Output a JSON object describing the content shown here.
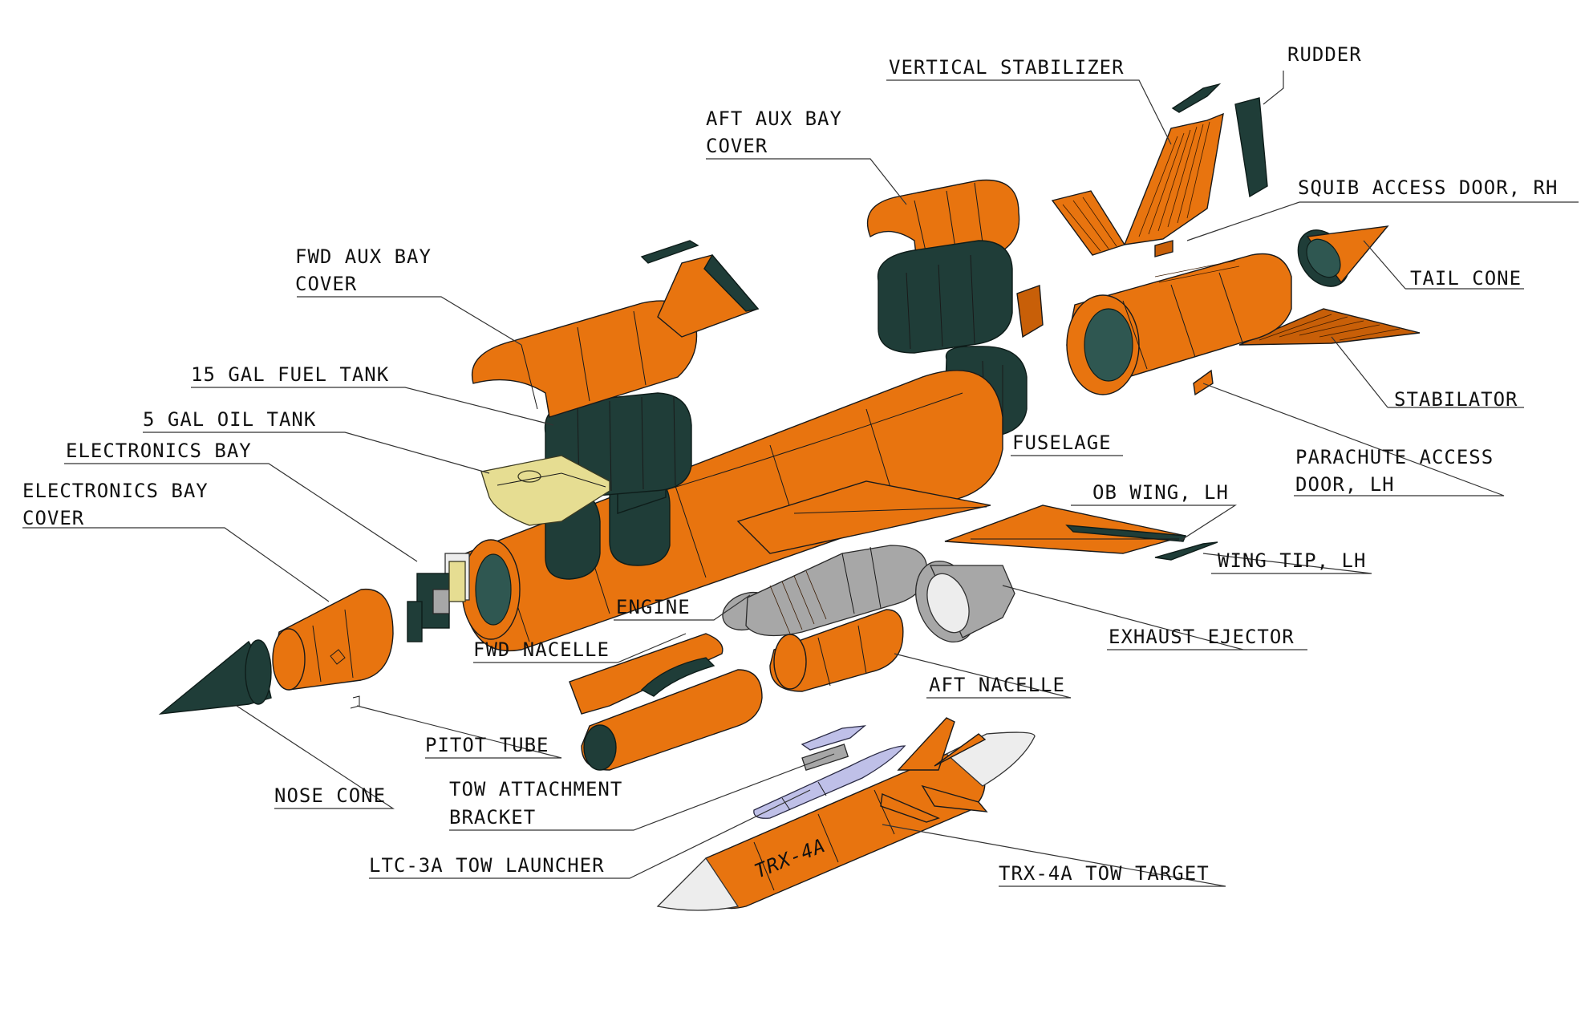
{
  "labels": {
    "vertical_stabilizer": "VERTICAL STABILIZER",
    "rudder": "RUDDER",
    "aft_aux_bay_cover_1": "AFT AUX BAY",
    "aft_aux_bay_cover_2": "COVER",
    "squib_access_door": "SQUIB ACCESS DOOR, RH",
    "fwd_aux_bay_cover_1": "FWD AUX BAY",
    "fwd_aux_bay_cover_2": "COVER",
    "tail_cone": "TAIL CONE",
    "fuel_tank": "15 GAL FUEL TANK",
    "stabilator": "STABILATOR",
    "oil_tank": "5 GAL OIL TANK",
    "electronics_bay": "ELECTRONICS BAY",
    "parachute_access_door_1": "PARACHUTE ACCESS",
    "parachute_access_door_2": "DOOR, LH",
    "fuselage": "FUSELAGE",
    "electronics_bay_cover_1": "ELECTRONICS BAY",
    "electronics_bay_cover_2": "COVER",
    "ob_wing": "OB WING, LH",
    "wing_tip": "WING TIP, LH",
    "engine": "ENGINE",
    "exhaust_ejector": "EXHAUST EJECTOR",
    "fwd_nacelle": "FWD NACELLE",
    "aft_nacelle": "AFT NACELLE",
    "pitot_tube": "PITOT TUBE",
    "nose_cone": "NOSE CONE",
    "tow_attachment_bracket_1": "TOW ATTACHMENT",
    "tow_attachment_bracket_2": "BRACKET",
    "tow_launcher": "LTC-3A TOW LAUNCHER",
    "tow_target": "TRX-4A TOW TARGET",
    "target_marking": "TRX-4A"
  },
  "colors": {
    "orange": "#e8740f",
    "dark_green": "#1f3d38",
    "yellow": "#e6dd92",
    "grey": "#a7a7a7",
    "lavender": "#bfc0e8"
  }
}
